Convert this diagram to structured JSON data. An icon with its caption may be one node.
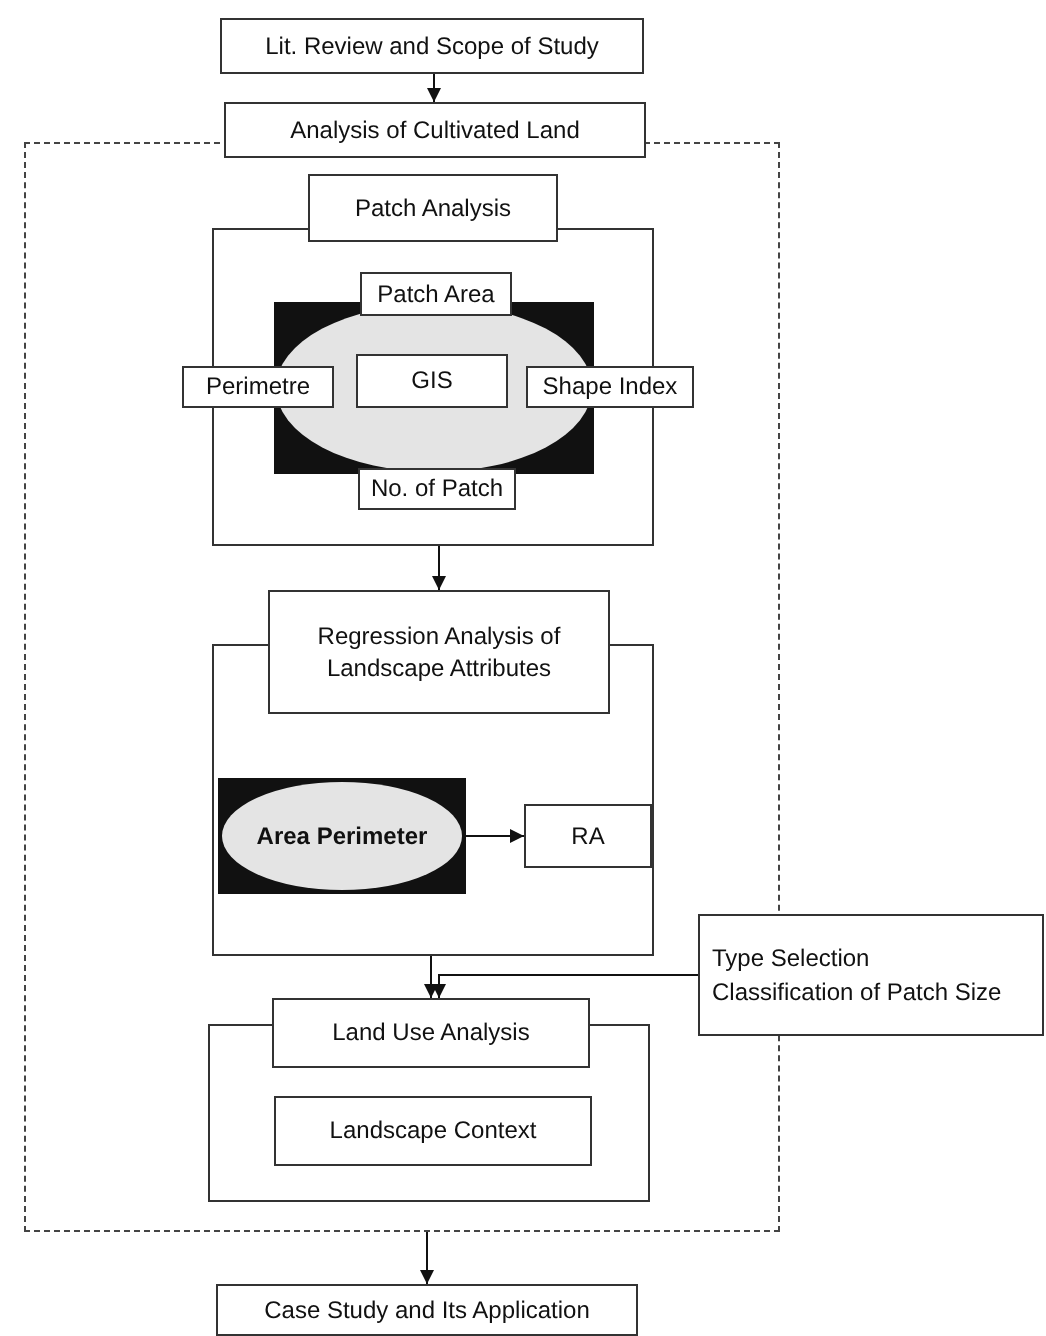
{
  "diagram": {
    "nodes": [
      {
        "text": [
          "Lit. Review and Scope of Study"
        ]
      },
      {
        "text": [
          "Analysis of Cultivated Land"
        ]
      },
      {
        "text": [],
        "shape": "box"
      },
      {
        "text": [
          "Patch Analysis"
        ],
        "in": 2
      },
      {
        "text": [],
        "shape": "box",
        "in": 2
      },
      {
        "text": [
          "Patch Area"
        ],
        "in": 4
      },
      {
        "text": [
          "Perimetre"
        ],
        "in": 2
      },
      {
        "text": [
          "GIS"
        ],
        "in": 4
      },
      {
        "text": [
          "Shape Index"
        ],
        "in": 2
      },
      {
        "text": [
          "No. of Patch"
        ],
        "in": 4
      },
      {
        "text": [
          "Regression Analysis of Landscape Attributes"
        ],
        "in": 2
      },
      {
        "text": [],
        "shape": "box",
        "in": 2
      },
      {
        "text": [
          "Area Perimeter"
        ],
        "in": 11
      },
      {
        "text": [
          "RA"
        ],
        "in": 11
      },
      {
        "text": [
          "Type Selection",
          "Classification of Patch Size"
        ]
      },
      {
        "text": [
          "Land Use Analysis"
        ],
        "in": 2
      },
      {
        "text": [],
        "shape": "box",
        "in": 2
      },
      {
        "text": [
          "Landscape Context"
        ],
        "in": 16
      },
      {
        "text": [
          "Case Study and Its Application"
        ]
      }
    ],
    "edges": [
      {
        "from": 0,
        "to": 1,
        "arrow": "to"
      },
      {
        "from": 4,
        "to": 10,
        "arrow": "to"
      },
      {
        "from": 12,
        "to": 13,
        "arrow": "to"
      },
      {
        "from": 11,
        "to": 15,
        "arrow": "to"
      },
      {
        "from": 14,
        "to": 15,
        "arrow": "to"
      },
      {
        "from": 2,
        "to": 18,
        "arrow": "to"
      }
    ]
  }
}
